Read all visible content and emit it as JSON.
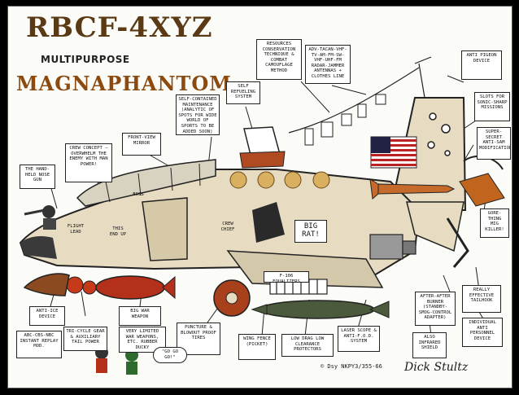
{
  "title": "RBCF-4XYZ",
  "subtitle": "MULTIPURPOSE",
  "name": "MAGNAPHANTOM",
  "labels": {
    "resources": "Resources conservation technique & combat camouflage method",
    "adv_tacan": "Adv-tacan-vhf-tv-am-fm-sw-vhf-uhf-fm radar-jammer antennas + clothes line",
    "anti_pigeon": "Anti pigeon device",
    "slots": "Slots for sonic-sharp missions",
    "self_refueling": "Self refueling system",
    "self_contained": "Self-contained maintenance (analytic of spots for wide world of sports to be added soon)",
    "crew_concept": "Crew concept — overwhelm the enemy with man power!",
    "front_view": "Front-view mirror",
    "hand_held": "The hand-held nose gun",
    "super_secret": "Super-secret anti-sam modification",
    "gore_thing": "Gore-thing mig killer!",
    "anti_ice": "Anti-ice device",
    "big_war": "Big war weapon",
    "very_limited": "Very limited war weapons, etc. rubber ducky",
    "tri_cycle": "Tri-cycle gear & auxiliary tail power",
    "abc": "ABC-CBS-NBC instant replay mod.",
    "puncture": "Puncture & blowout proof tires",
    "wing_fence": "Wing fence (picket)",
    "low_drag": "Low drag low clearance protectors",
    "laser_scope": "Laser scope & anti-f.o.d. system",
    "also_infrared": "Also infrared shield",
    "after_burner": "After-after burner (standby-smog-control adapter)",
    "tailhook": "Really effective tailhook",
    "anti_personnel": "Individual anti personnel device",
    "f106": "F-106 equalizers",
    "big_rat": "BIG RAT!",
    "flight_lead": "Flight lead",
    "this_end_up": "This end up",
    "boss": "BOSS",
    "crew_chief": "Crew chief",
    "gogogo": "\"GO GO GO!\""
  },
  "signature": "Dick Stultz",
  "credit": "© Dsy NKPY3/355-66",
  "colors": {
    "aircraft": "#e7dcc2",
    "aircraft_dark": "#8b6b3d",
    "title": "#5a3a14",
    "name": "#8a4a10",
    "bomb_red": "#b5301a",
    "tank_green": "#4a5a3a",
    "flag_red": "#b22",
    "flag_blue": "#224"
  }
}
